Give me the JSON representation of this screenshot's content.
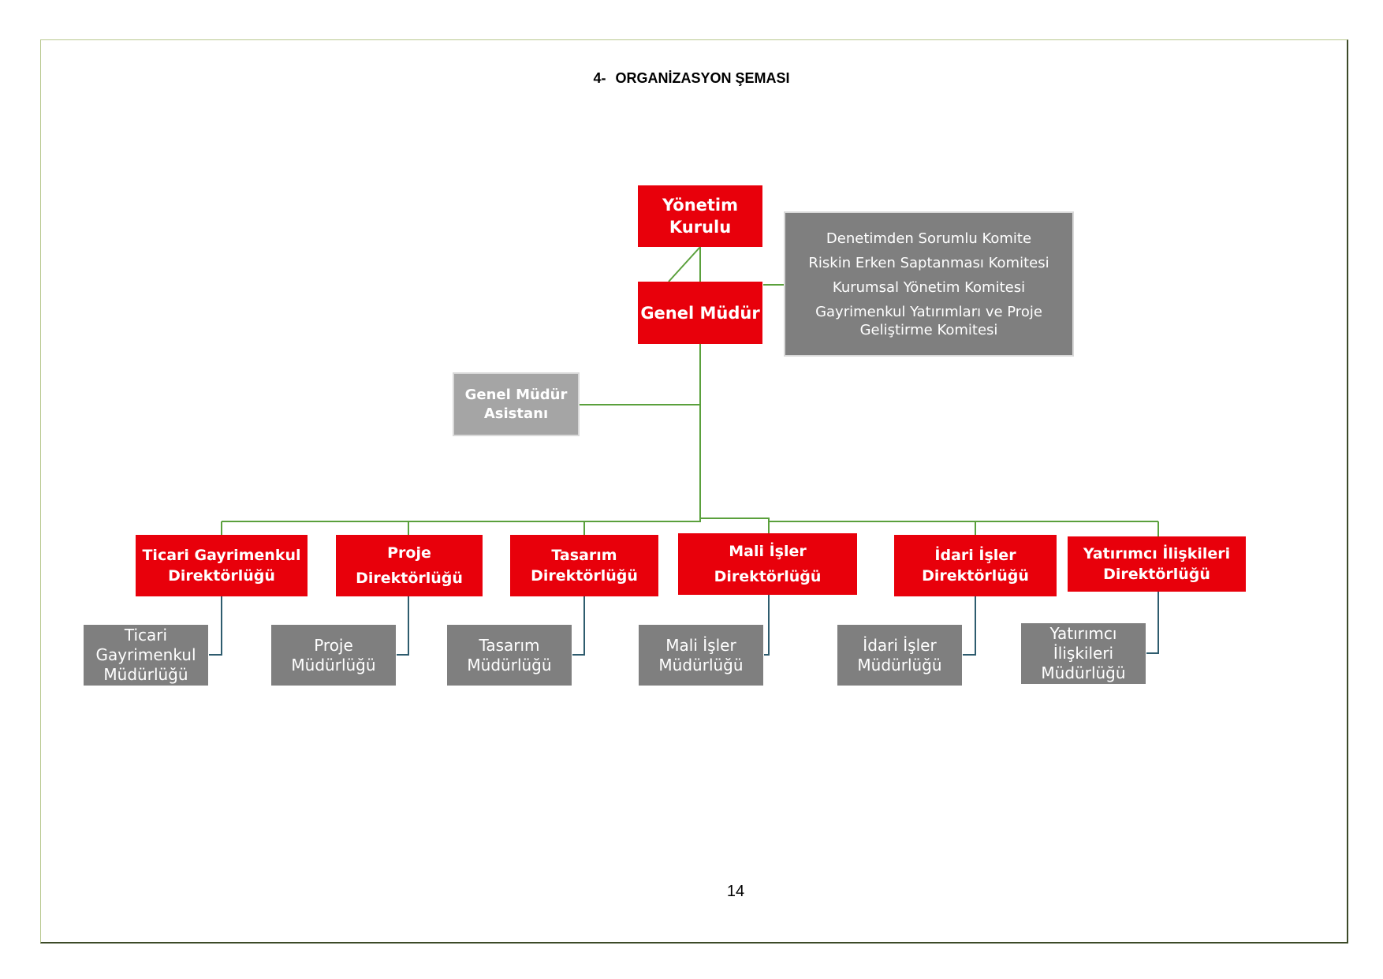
{
  "page": {
    "title_number": "4-",
    "title_text": "ORGANİZASYON ŞEMASI",
    "page_number": "14"
  },
  "org": {
    "board": [
      "Yönetim",
      "Kurulu"
    ],
    "gm": "Genel Müdür",
    "assistant": [
      "Genel Müdür",
      "Asistanı"
    ],
    "committees": [
      "Denetimden Sorumlu  Komite",
      "Riskin Erken Saptanması Komitesi",
      "Kurumsal Yönetim Komitesi",
      "Gayrimenkul Yatırımları ve Proje Geliştirme Komitesi"
    ],
    "directorates": [
      {
        "line1": "Ticari Gayrimenkul",
        "line2": "Direktörlüğü"
      },
      {
        "line1": "Proje",
        "line2": "Direktörlüğü"
      },
      {
        "line1": "Tasarım",
        "line2": "Direktörlüğü"
      },
      {
        "line1": "Mali İşler",
        "line2": "Direktörlüğü"
      },
      {
        "line1": "İdari İşler",
        "line2": "Direktörlüğü"
      },
      {
        "line1": "Yatırımcı İlişkileri",
        "line2": "Direktörlüğü"
      }
    ],
    "departments": [
      [
        "Ticari",
        "Gayrimenkul",
        "Müdürlüğü"
      ],
      [
        "Proje",
        "Müdürlüğü"
      ],
      [
        "Tasarım",
        "Müdürlüğü"
      ],
      [
        "Mali İşler",
        "Müdürlüğü"
      ],
      [
        "İdari İşler",
        "Müdürlüğü"
      ],
      [
        "Yatırımcı",
        "İlişkileri",
        "Müdürlüğü"
      ]
    ]
  },
  "colors": {
    "red": "#e8000b",
    "gray": "#7f7f7f",
    "light_gray": "#a5a5a5",
    "green_line": "#5aa03c",
    "teal_line": "#2e5c6e"
  }
}
